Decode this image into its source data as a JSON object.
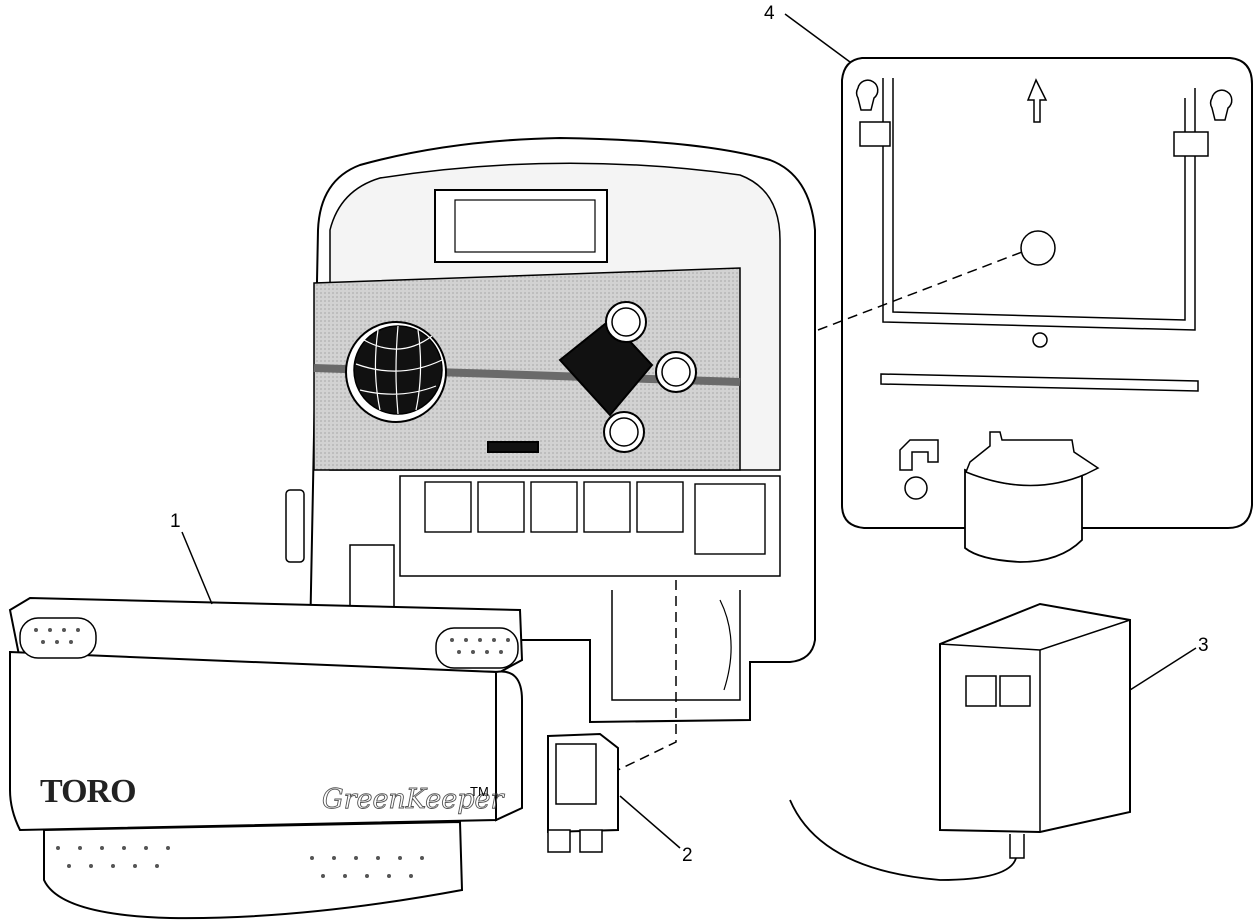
{
  "callouts": {
    "c1": "1",
    "c2": "2",
    "c3": "3",
    "c4": "4"
  },
  "labels": {
    "brand": "TORO",
    "product": "GreenKeeper",
    "trademark": "TM"
  },
  "colors": {
    "line": "#000000",
    "panel_fill": "#c9c9c9",
    "body_fill": "#ffffff"
  }
}
